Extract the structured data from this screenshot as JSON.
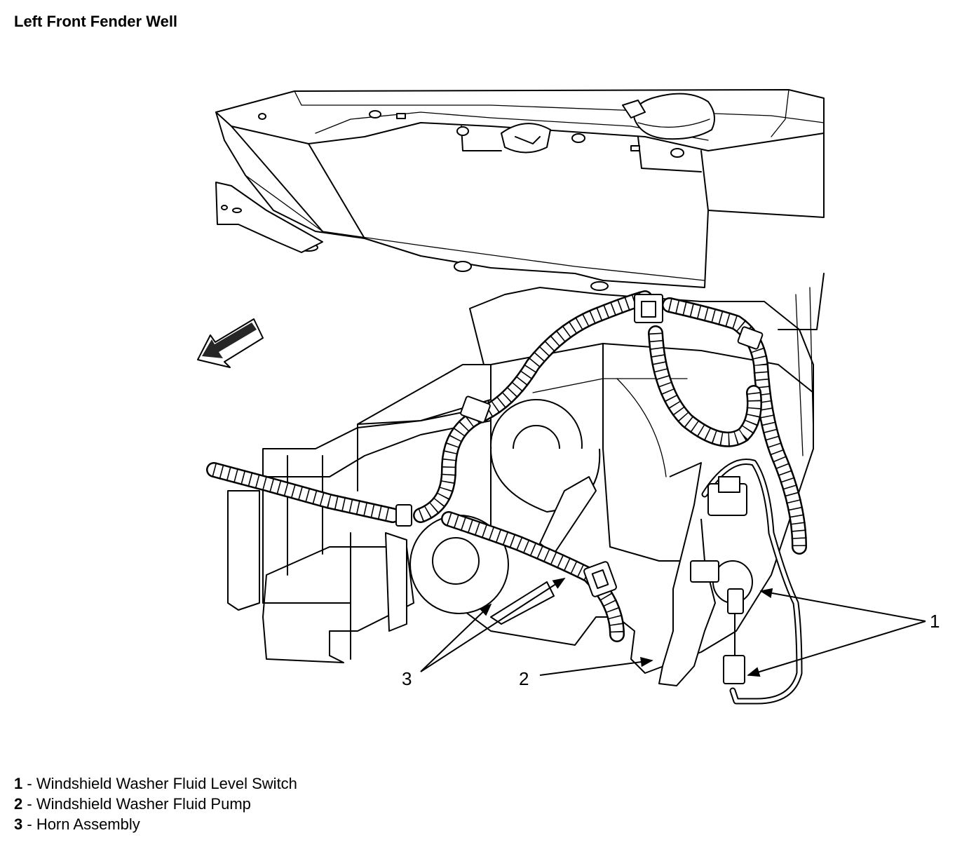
{
  "title": "Left Front Fender Well",
  "callouts": {
    "one": "1",
    "two": "2",
    "three": "3"
  },
  "legend": [
    {
      "num": "1",
      "sep": " - ",
      "label": "Windshield Washer Fluid Level Switch"
    },
    {
      "num": "2",
      "sep": " - ",
      "label": "Windshield Washer Fluid Pump"
    },
    {
      "num": "3",
      "sep": " - ",
      "label": "Horn Assembly"
    }
  ]
}
